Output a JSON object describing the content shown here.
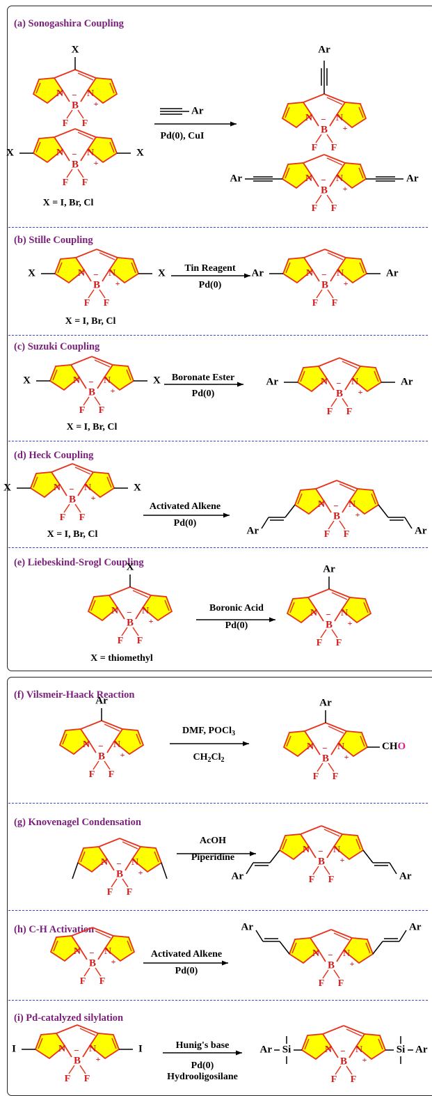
{
  "panel_top": {
    "sections": [
      {
        "title": "(a) Sonogashira Coupling"
      },
      {
        "title": "(b) Stille Coupling"
      },
      {
        "title": "(c) Suzuki Coupling"
      },
      {
        "title": "(d) Heck Coupling"
      },
      {
        "title": "(e) Liebeskind-Srogl Coupling"
      }
    ]
  },
  "panel_bottom": {
    "sections": [
      {
        "title": "(f) Vilsmeir-Haack Reaction"
      },
      {
        "title": "(g) Knovenagel Condensation"
      },
      {
        "title": "(h) C-H Activation"
      },
      {
        "title": "(i) Pd-catalyzed silylation"
      }
    ]
  },
  "reactions": {
    "a": {
      "reagent": "Ar",
      "cond1": "Pd(0), CuI",
      "x_note": "X = I, Br, Cl",
      "sub_label": "X",
      "prod_label": "Ar"
    },
    "b": {
      "cond1": "Tin Reagent",
      "cond2": "Pd(0)",
      "x_note": "X = I, Br, Cl",
      "sub_label": "X",
      "prod_label": "Ar"
    },
    "c": {
      "cond1": "Boronate Ester",
      "cond2": "Pd(0)",
      "x_note": "X = I, Br, Cl",
      "sub_label": "X",
      "prod_label": "Ar"
    },
    "d": {
      "cond1": "Activated Alkene",
      "cond2": "Pd(0)",
      "x_note": "X = I, Br, Cl",
      "sub_label": "X",
      "prod_label": "Ar"
    },
    "e": {
      "cond1": "Boronic Acid",
      "cond2": "Pd(0)",
      "x_note": "X = thiomethyl",
      "sub_label": "X",
      "prod_label": "Ar"
    },
    "f": {
      "cond1": "DMF, POCl",
      "cond1_sub": "3",
      "cond2": "CH",
      "cond2_sub": "2",
      "cond2_tail": "Cl",
      "cond2_sub2": "2",
      "sub_label": "Ar",
      "prod_group": "CH",
      "prod_group_o": "O"
    },
    "g": {
      "cond1": "AcOH",
      "cond2": "Piperidine",
      "prod_label": "Ar"
    },
    "h": {
      "cond1": "Activated Alkene",
      "cond2": "Pd(0)",
      "prod_label": "Ar"
    },
    "i": {
      "cond1": "Hunig's base",
      "cond2": "Pd(0)",
      "cond3": "Hydrooligosilane",
      "sub_label": "I",
      "prod_label": "Ar",
      "si_label": "Si"
    }
  },
  "core_atoms": {
    "n": "N",
    "b": "B",
    "f": "F",
    "minus": "−",
    "plus": "+"
  },
  "colors": {
    "title": "#7a1f7a",
    "ring_fill": "#ffff00",
    "ring_stroke": "#e8331a",
    "atom": "#d31a1a",
    "dash": "#3b44d6",
    "aldehyde_o": "#e01a8c"
  }
}
